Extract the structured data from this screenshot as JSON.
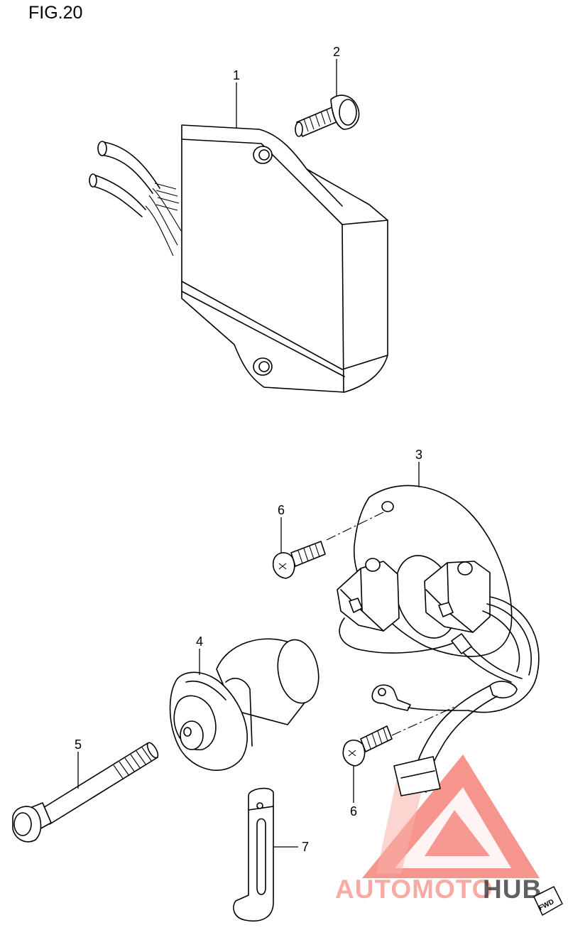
{
  "figure": {
    "title": "FIG.20"
  },
  "callouts": [
    {
      "id": "c1",
      "number": "1"
    },
    {
      "id": "c2",
      "number": "2"
    },
    {
      "id": "c3",
      "number": "3"
    },
    {
      "id": "c4",
      "number": "4"
    },
    {
      "id": "c5",
      "number": "5"
    },
    {
      "id": "c6a",
      "number": "6"
    },
    {
      "id": "c6b",
      "number": "6"
    },
    {
      "id": "c7",
      "number": "7"
    }
  ],
  "watermark": {
    "part1": "AUTOMOTO",
    "part2": "HUB",
    "accent_color": "#f05a4f",
    "accent_light": "#f7a39b",
    "dark_color": "#3a3a3a"
  },
  "direction_badge": {
    "label": "FWD"
  }
}
